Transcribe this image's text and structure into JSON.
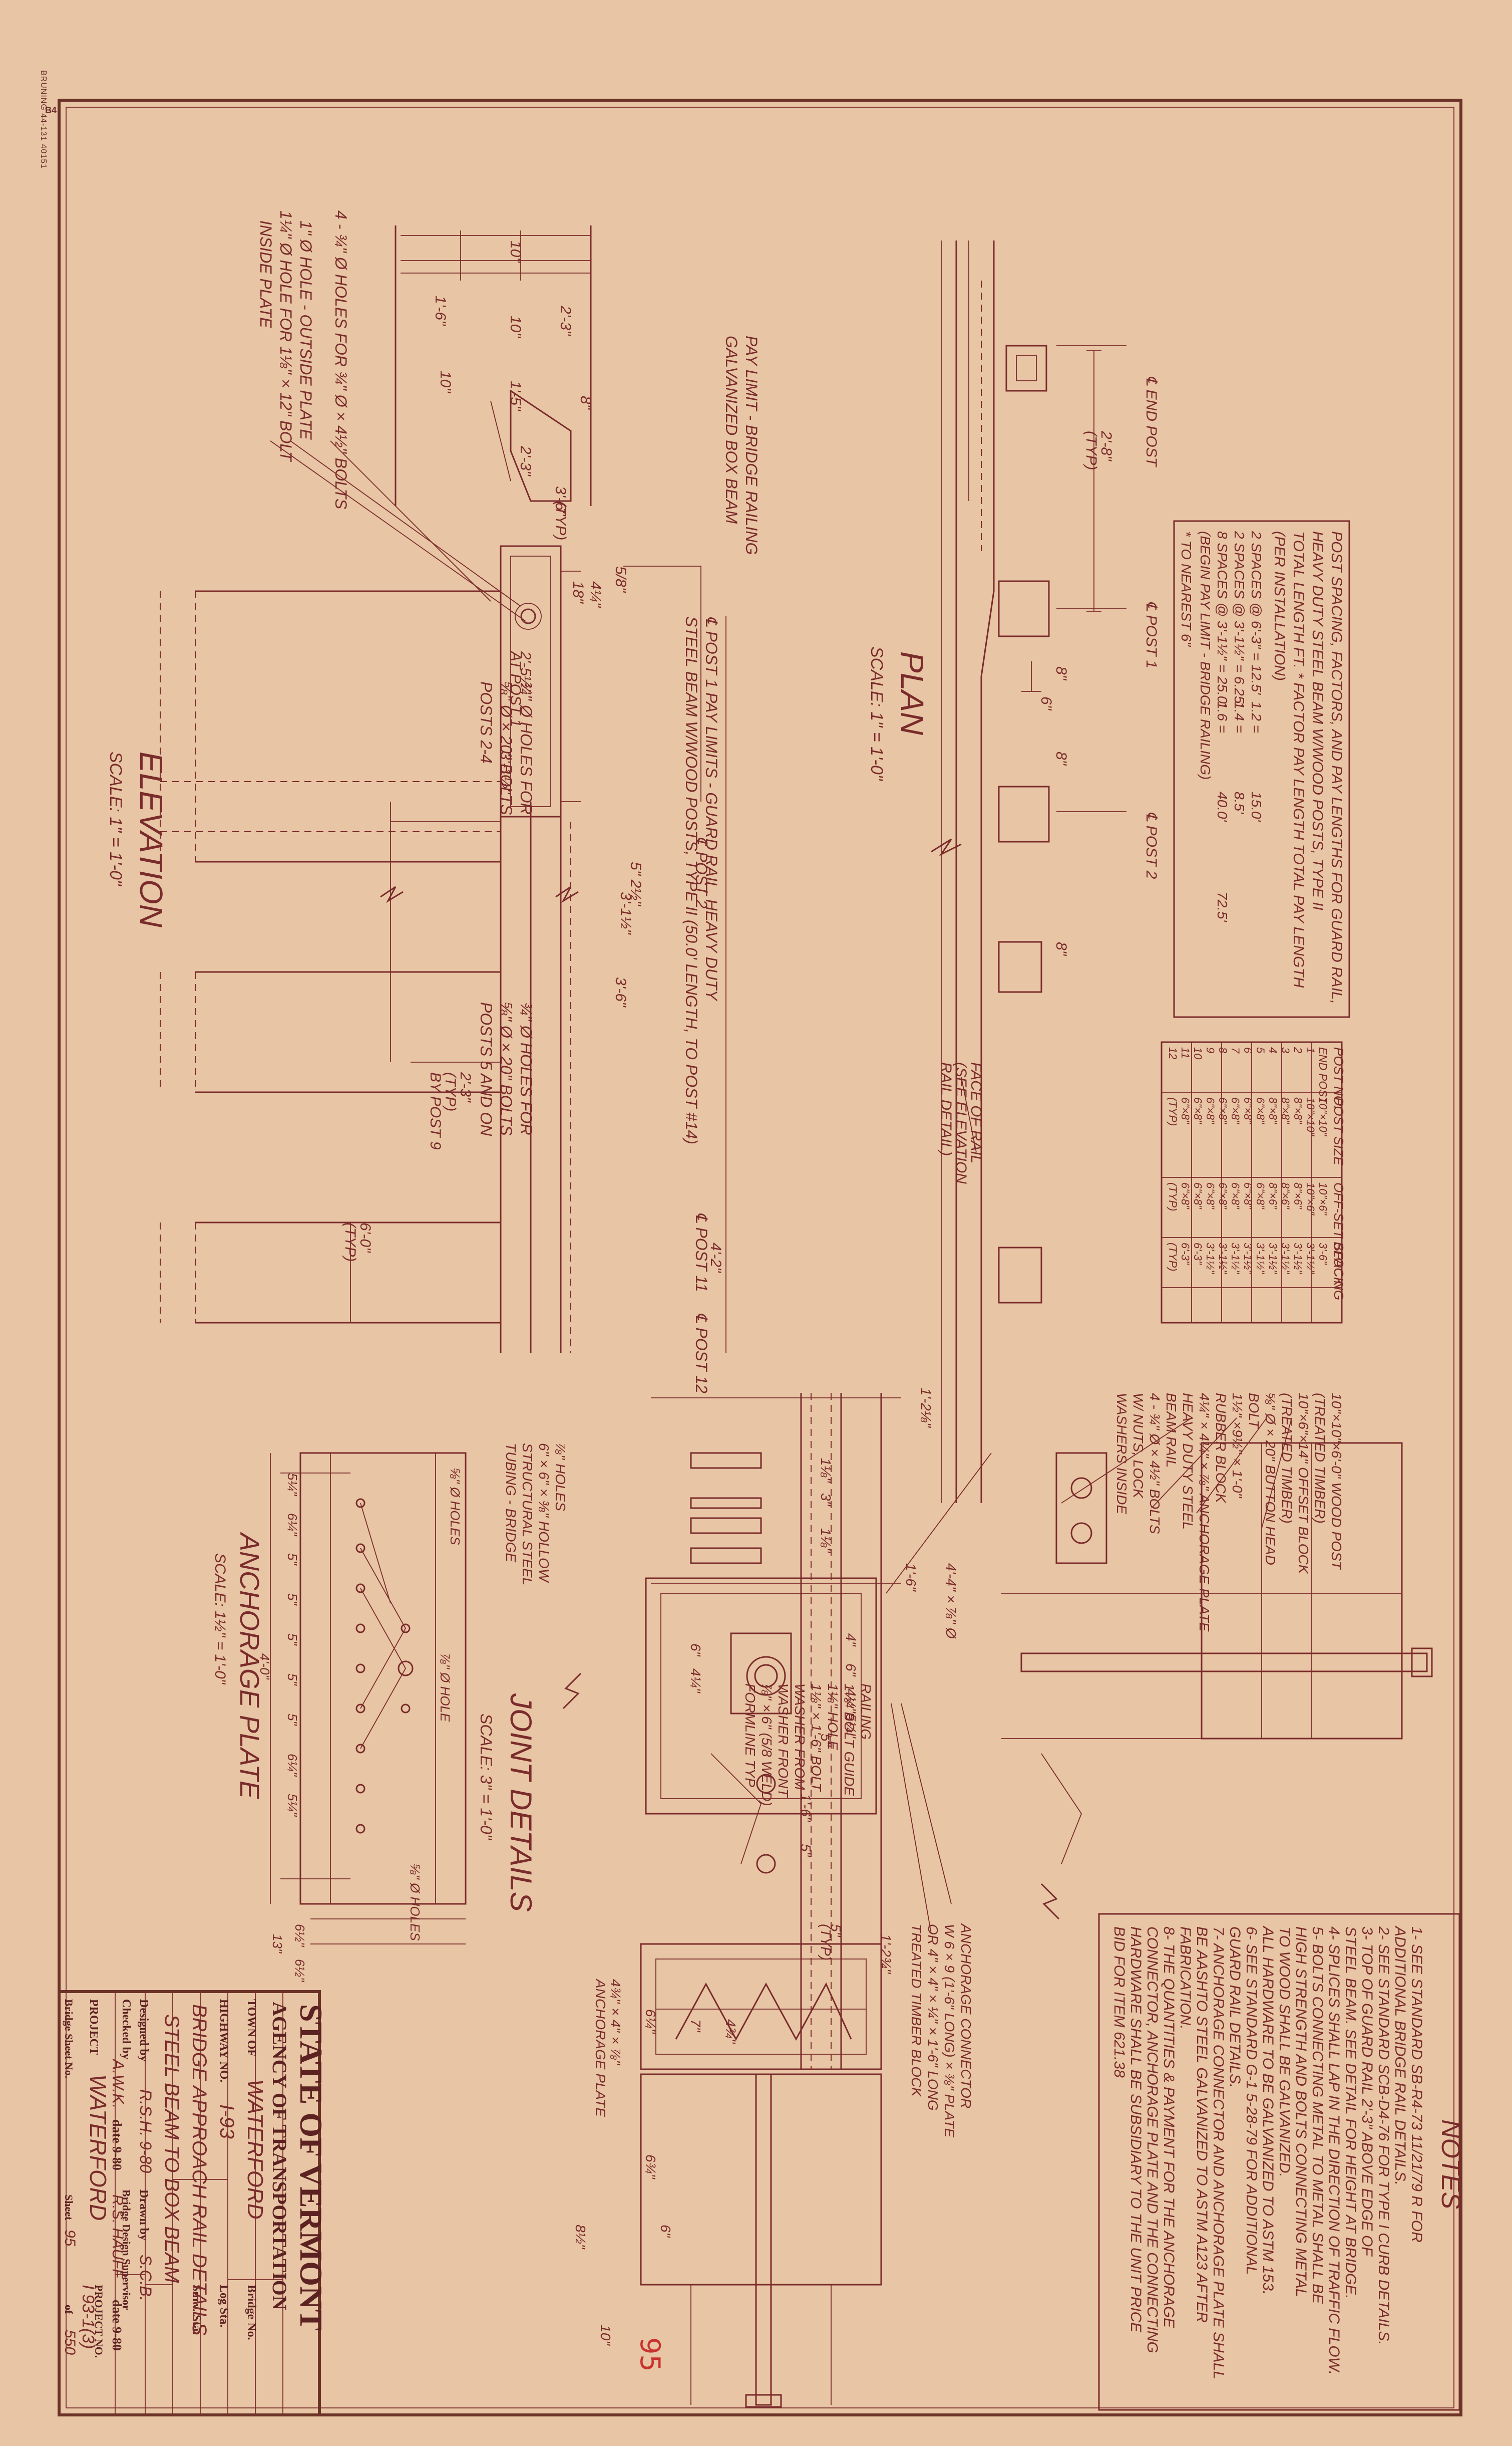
{
  "page": {
    "bg": "#e8c5a4",
    "ink": "#7a2b2b",
    "frame": "#6b3328",
    "red_note": "#c8322e"
  },
  "header": {
    "printer_mark": "BRUNING 44-131 40151",
    "code": "B4"
  },
  "margin_number": "95",
  "notes": {
    "title": "NOTES",
    "lines": [
      "1- SEE STANDARD SB-R4-73 11/21/79 R FOR",
      "ADDITIONAL BRIDGE RAIL DETAILS.",
      "2- SEE STANDARD SCB-D4-76 FOR TYPE I CURB DETAILS.",
      "3- TOP OF GUARD RAIL 2'-3\" ABOVE EDGE OF",
      "STEEL BEAM. SEE DETAIL FOR HEIGHT AT BRIDGE.",
      "4- SPLICES SHALL LAP IN THE DIRECTION OF TRAFFIC FLOW.",
      "5- BOLTS CONNECTING METAL TO METAL SHALL BE",
      "HIGH STRENGTH AND BOLTS CONNECTING METAL",
      "TO WOOD SHALL BE GALVANIZED.",
      "ALL HARDWARE TO BE GALVANIZED TO ASTM 153.",
      "6- SEE STANDARD G-1 5-28-79 FOR ADDITIONAL",
      "GUARD RAIL DETAILS.",
      "7- ANCHORAGE CONNECTOR AND ANCHORAGE PLATE SHALL",
      "BE AASHTO STEEL GALVANIZED TO ASTM A123 AFTER",
      "FABRICATION.",
      "8- THE QUANTITIES & PAYMENT FOR THE ANCHORAGE",
      "CONNECTOR, ANCHORAGE PLATE AND THE CONNECTING",
      "HARDWARE SHALL BE SUBSIDIARY TO THE UNIT PRICE",
      "BID FOR ITEM 621.38"
    ]
  },
  "post_spacing": {
    "lines": [
      "POST SPACING, FACTORS, AND PAY LENGTHS FOR GUARD RAIL,",
      "HEAVY DUTY STEEL BEAM W/WOOD POSTS, TYPE II",
      "TOTAL LENGTH FT. * FACTOR  PAY LENGTH  TOTAL PAY LENGTH",
      "(PER INSTALLATION)"
    ],
    "rows": [
      [
        "2 SPACES @ 6'-3\" = 12.5'",
        "1.2 =",
        "15.0'",
        ""
      ],
      [
        "2 SPACES @ 3'-1½\" = 6.25'",
        "1.4 =",
        "8.5'",
        ""
      ],
      [
        "8 SPACES @ 3'-1½\" = 25.0'",
        "1.6 =",
        "40.0'",
        "72.5'"
      ],
      [
        "(BEGIN PAY LIMIT - BRIDGE RAILING)",
        "",
        "",
        ""
      ]
    ],
    "footnote": "* TO NEAREST 6\""
  },
  "post_table": {
    "headers": [
      "POST NO.",
      "POST SIZE",
      "OFF-SET BLOCK",
      "SPACING"
    ],
    "rows": [
      [
        "END POST",
        "10\"×10\"",
        "10\"×6\"",
        "3'-6\""
      ],
      [
        "1",
        "10\"×10\"",
        "10\"×6\"",
        "3'-1½\""
      ],
      [
        "2",
        "8\"×8\"",
        "8\"×6\"",
        "3'-1½\""
      ],
      [
        "3",
        "8\"×8\"",
        "8\"×6\"",
        "3'-1½\""
      ],
      [
        "4",
        "8\"×8\"",
        "8\"×6\"",
        "3'-1½\""
      ],
      [
        "5",
        "6\"×8\"",
        "6\"×8\"",
        "3'-1½\""
      ],
      [
        "6",
        "6\"×8\"",
        "6\"×8\"",
        "3'-1½\""
      ],
      [
        "7",
        "6\"×8\"",
        "6\"×8\"",
        "3'-1½\""
      ],
      [
        "8",
        "6\"×8\"",
        "6\"×8\"",
        "3'-1½\""
      ],
      [
        "9",
        "6\"×8\"",
        "6\"×8\"",
        "3'-1½\""
      ],
      [
        "10",
        "6\"×8\"",
        "6\"×8\"",
        "6'-3\""
      ],
      [
        "11",
        "6\"×8\"",
        "6\"×8\"",
        "6'-3\""
      ],
      [
        "12",
        "(TYP)",
        "(TYP)",
        "(TYP)"
      ]
    ]
  },
  "plan": {
    "title": "PLAN",
    "scale": "SCALE: 1\" = 1'-0\"",
    "labels": [
      "℄ END POST",
      "℄ POST 1",
      "℄ POST 2",
      "2'-8\"",
      "(TYP)",
      "8\"",
      "6\"",
      "8\"",
      "8\"",
      "FACE OF RAIL",
      "(SEE ELEVATION",
      "RAIL DETAIL)"
    ]
  },
  "elevation": {
    "title": "ELEVATION",
    "scale": "SCALE: 1\" = 1'-0\"",
    "labels": [
      "2'-3\"",
      "10\"",
      "10\"",
      "1'-5\"",
      "10\"",
      "1'-6\"",
      "8\"",
      "2'-3\"",
      "3'-6\"",
      "18\"",
      "(TYP)",
      "2'-5½\"",
      "AT POST 1",
      "3'-1½\"",
      "3'-1½\"",
      "2'-3\"",
      "(TYP)",
      "BY POST 9",
      "3'-6\"",
      "4'-2\"",
      "6'-0\"",
      "(TYP)",
      "5/8\"",
      "4¼\"",
      "5\" 2½\""
    ],
    "callouts": [
      "PAY LIMIT - BRIDGE RAILING",
      "GALVANIZED BOX BEAM",
      "℄ POST 1  PAY LIMITS - GUARD RAIL, HEAVY DUTY",
      "STEEL BEAM W/WOOD POSTS, TYPE II (50.0' LENGTH, TO POST #14)",
      "℄ POST 2",
      "℄ POST 11",
      "℄ POST 12",
      "4 - ¾\" Ø HOLES FOR ¾\" Ø × 4½\" BOLTS",
      "1\" Ø HOLE - OUTSIDE PLATE",
      "1¼\" Ø HOLE FOR 1⅛\" × 12\" BOLT",
      "INSIDE PLATE",
      "¾\" Ø HOLES FOR",
      "⅝\" Ø × 20\" BOLTS",
      "POSTS 2-4",
      "¾\" Ø HOLES FOR",
      "⅝\" Ø × 20\" BOLTS",
      "POSTS 5 AND ON"
    ]
  },
  "joint": {
    "title": "JOINT DETAILS",
    "scale": "SCALE: 3\" = 1'-0\"",
    "labels": [
      "1'-2⅛\"",
      "1⅛\"",
      "3\"",
      "1⅛\"",
      "1'-6\"",
      "4\"",
      "6\"",
      "4¼\"",
      "5¼\"",
      "5\"",
      "1'-6\"",
      "5\"",
      "6\"",
      "4¼\"",
      "4'-4\" × ⅞\" Ø"
    ],
    "callouts": [
      "10\"×10\"×6'-0\" WOOD POST",
      "(TREATED TIMBER)",
      "10\"×6\"×14\" OFFSET BLOCK",
      "(TREATED TIMBER)",
      "⅝\" Ø × 20\" BUTTON HEAD",
      "BOLT",
      "1½\" ×9½\" × 1'-0\"",
      "RUBBER BLOCK",
      "4¼\" × 4¼\" × ⅞\" ANCHORAGE PLATE",
      "HEAVY DUTY STEEL",
      "BEAM RAIL",
      "4 - ¾\" Ø × 4½\" BOLTS",
      "W/ NUTS, LOCK",
      "WASHERS INSIDE",
      "⅞\" HOLES",
      "6\" × 6\" × ⅜\" HOLLOW",
      "STRUCTURAL STEEL",
      "TUBING - BRIDGE",
      "RAILING",
      "1⅛\" BOLT GUIDE",
      "1⅛\" HOLE",
      "1⅛\" × 1'-6\" BOLT",
      "WASHER FROM",
      "WASHER FRONT",
      "⅞\" × 6\" (5/8 WELD)",
      "FORMLINE TYP"
    ],
    "anchor_connector": [
      "ANCHORAGE CONNECTOR",
      "W 6 × 9 (1'-6\" LONG) × ⅜\" PLATE",
      "OR 4\" × 4\" × ¼\" × 1'-6\" LONG",
      "TREATED TIMBER BLOCK"
    ],
    "bottom_labels": [
      "1'-2¾\"",
      "5\"",
      "(TYP)",
      "4¾\"",
      "7\"",
      "6¼\"",
      "6¾\"",
      "6\"",
      "8½\"",
      "10\"",
      "4¾\" × 4\" × ⅞\"",
      "ANCHORAGE PLATE"
    ]
  },
  "anchor": {
    "title": "ANCHORAGE PLATE",
    "scale": "SCALE: 1½\" = 1'-0\"",
    "labels": [
      "5¼\"",
      "6¼\"",
      "5\"",
      "5\"",
      "5\"",
      "5\"",
      "5\"",
      "6¼\"",
      "5¼\"",
      "4'-0\"",
      "6½\"",
      "6½\"",
      "13\"",
      "⅝\" Ø HOLES",
      "⅞\" Ø HOLE",
      "⅝\" Ø HOLES"
    ]
  },
  "title_block": {
    "state": "STATE OF VERMONT",
    "agency": "AGENCY OF TRANSPORTATION",
    "town_label": "TOWN OF",
    "town": "WATERFORD",
    "bridge_no_label": "Bridge No.",
    "highway_label": "HIGHWAY NO.",
    "highway": "I-93",
    "log_sta_label": "Log Sta.",
    "surv_sta_label": "Surv. Sta.",
    "title1": "BRIDGE APPROACH RAIL DETAILS",
    "title2": "STEEL BEAM TO BOX BEAM",
    "designed_label": "Designed by",
    "designed": "R.S.H.  9-80",
    "drawn_label": "Drawn by",
    "drawn": "S.C.B.",
    "checked_label": "Checked by",
    "checked": "A.W.K.",
    "checked_date": "date 9-80",
    "supervisor_label": "Bridge Design Supervisor",
    "supervisor": "R.S. HAUFF",
    "supervisor_date": "date 9-80",
    "project_label": "PROJECT",
    "project": "WATERFORD",
    "project_no_label": "PROJECT NO.",
    "project_no": "I 93-1(3)",
    "bridge_sheet_label": "Bridge Sheet No.",
    "sheet_label": "Sheet",
    "sheet": "95",
    "of_label": "of",
    "of": "550"
  }
}
